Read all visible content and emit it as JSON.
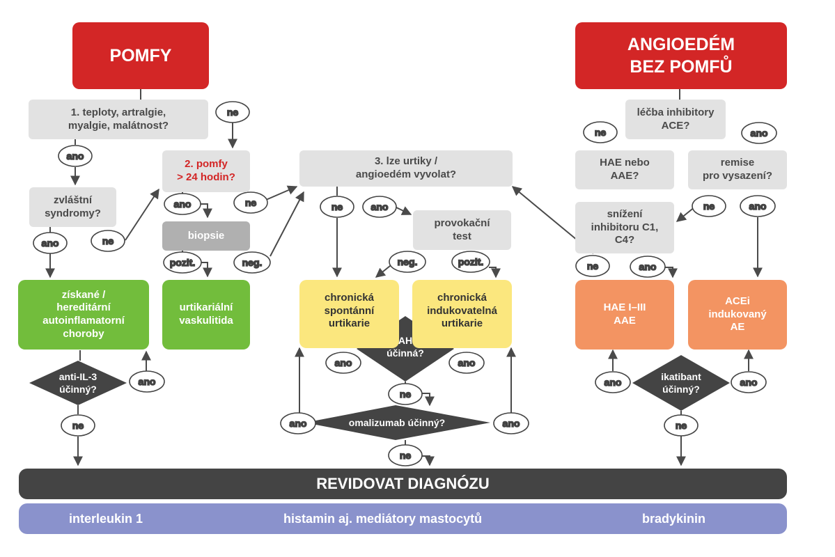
{
  "nodes": {
    "pomfy": "POMFY",
    "angioedem": "ANGIOEDÉM\nBEZ POMFŮ",
    "q1": "1. teploty, artralgie,\nmyalgie, malátnost?",
    "zvlastni": "zvláštní\nsyndromy?",
    "q2": "2. pomfy\n> 24 hodin?",
    "biopsie": "biopsie",
    "q3": "3. lze urtiky /\nangioedém vyvolat?",
    "provokacni": "provokační\ntest",
    "ace_q": "léčba inhibitory\nACE?",
    "hae_q": "HAE nebo\nAAE?",
    "remise_q": "remise\npro vysazení?",
    "c1_q": "snížení\ninhibitoru C1,\nC4?",
    "ziskane": "získané /\nhereditární\nautoinflamatorní\nchoroby",
    "vaskulitida": "urtikariální\nvaskulitida",
    "csu": "chronická\nspontánní\nurtikarie",
    "ciu": "chronická\nindukovatelná\nurtikarie",
    "hae": "HAE I–III\nAAE",
    "acei": "ACEi\nindukovaný\nAE"
  },
  "decisions": {
    "anti_il3": [
      "anti-IL-3",
      "účinný?"
    ],
    "ah": [
      "AH",
      "účinná?"
    ],
    "omalizumab": [
      "omalizumab účinný?"
    ],
    "ikatibant": [
      "ikatibant",
      "účinný?"
    ]
  },
  "answers": {
    "yes": "ano",
    "no": "ne",
    "pos": "pozit.",
    "neg": "neg."
  },
  "footer": {
    "revidovat": "REVIDOVAT DIAGNÓZU",
    "interleukin": "interleukin 1",
    "histamin": "histamin aj. mediátory mastocytů",
    "bradykinin": "bradykinin"
  },
  "colors": {
    "red": "#d32626",
    "light_gray": "#e2e2e2",
    "mid_gray": "#b0b0b0",
    "dark_gray": "#444444",
    "green": "#72bd3c",
    "yellow": "#fbe77e",
    "orange": "#f39462",
    "blue": "#8a92cc"
  }
}
